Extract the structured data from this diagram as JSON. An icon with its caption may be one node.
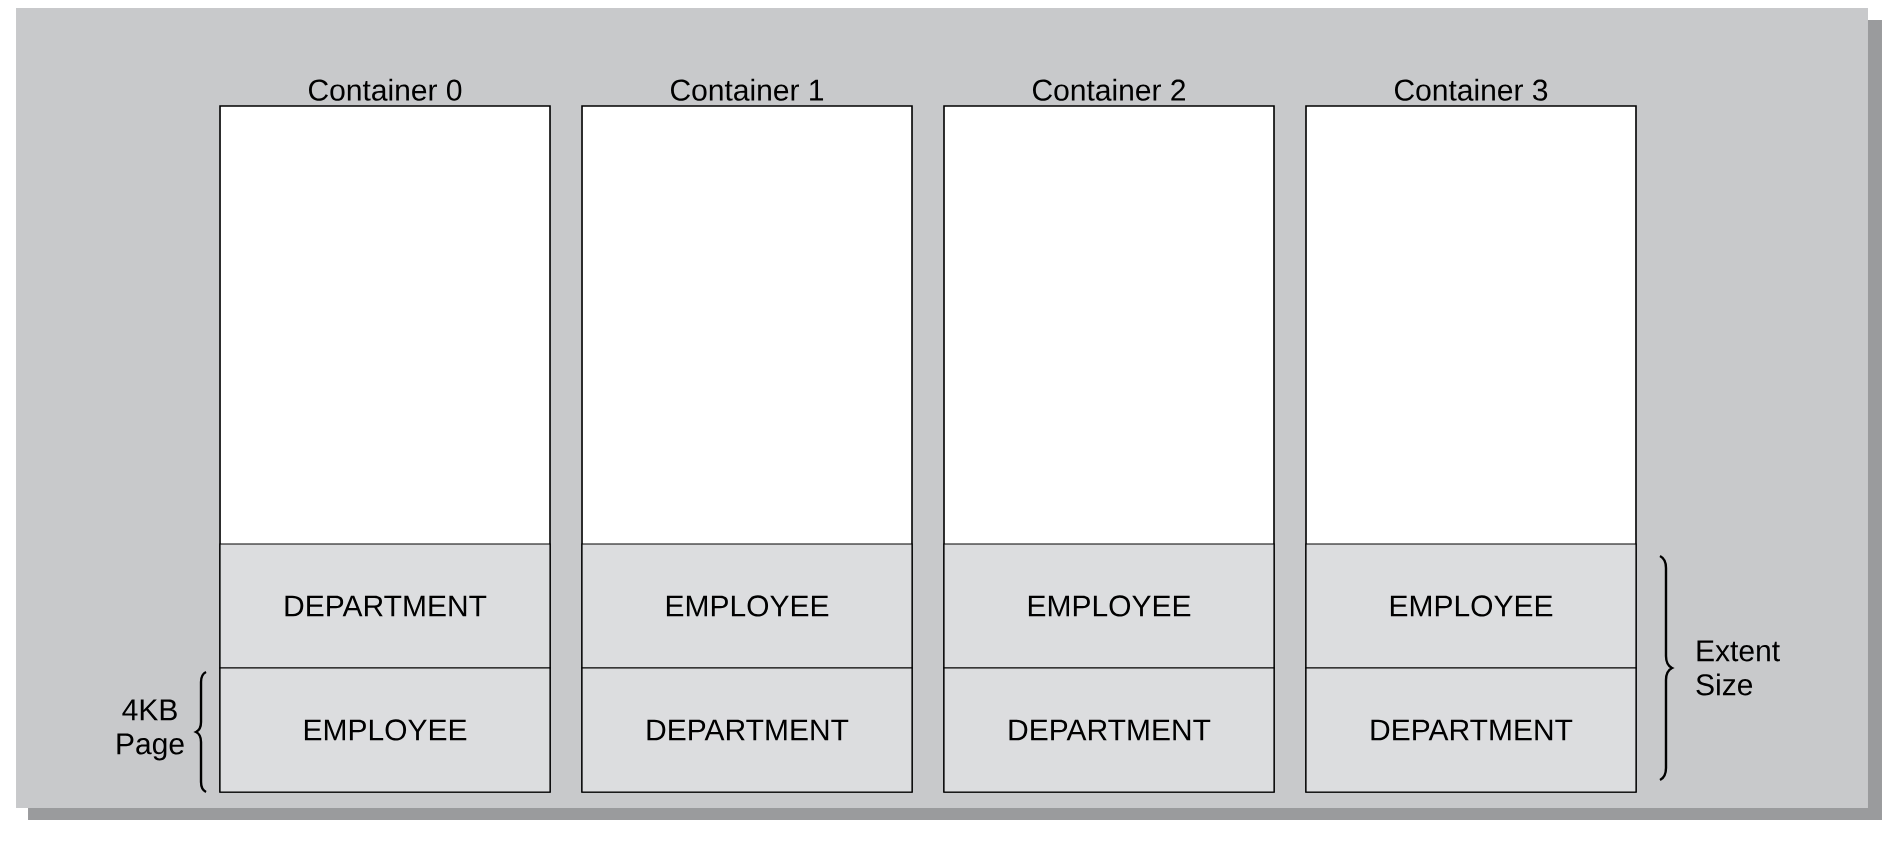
{
  "diagram": {
    "nodes": [
      {
        "text": [
          "Container 0"
        ]
      },
      {
        "text": [
          "DEPARTMENT"
        ],
        "in": 0
      },
      {
        "text": [
          "EMPLOYEE"
        ],
        "in": 0
      },
      {
        "text": [
          "Container 1"
        ]
      },
      {
        "text": [
          "EMPLOYEE"
        ],
        "in": 3
      },
      {
        "text": [
          "DEPARTMENT"
        ],
        "in": 3
      },
      {
        "text": [
          "Container 2"
        ]
      },
      {
        "text": [
          "EMPLOYEE"
        ],
        "in": 6
      },
      {
        "text": [
          "DEPARTMENT"
        ],
        "in": 6
      },
      {
        "text": [
          "Container 3"
        ]
      },
      {
        "text": [
          "EMPLOYEE"
        ],
        "in": 9
      },
      {
        "text": [
          "DEPARTMENT"
        ],
        "in": 9
      }
    ],
    "labels": [
      "4KB Page",
      "Extent Size"
    ]
  }
}
